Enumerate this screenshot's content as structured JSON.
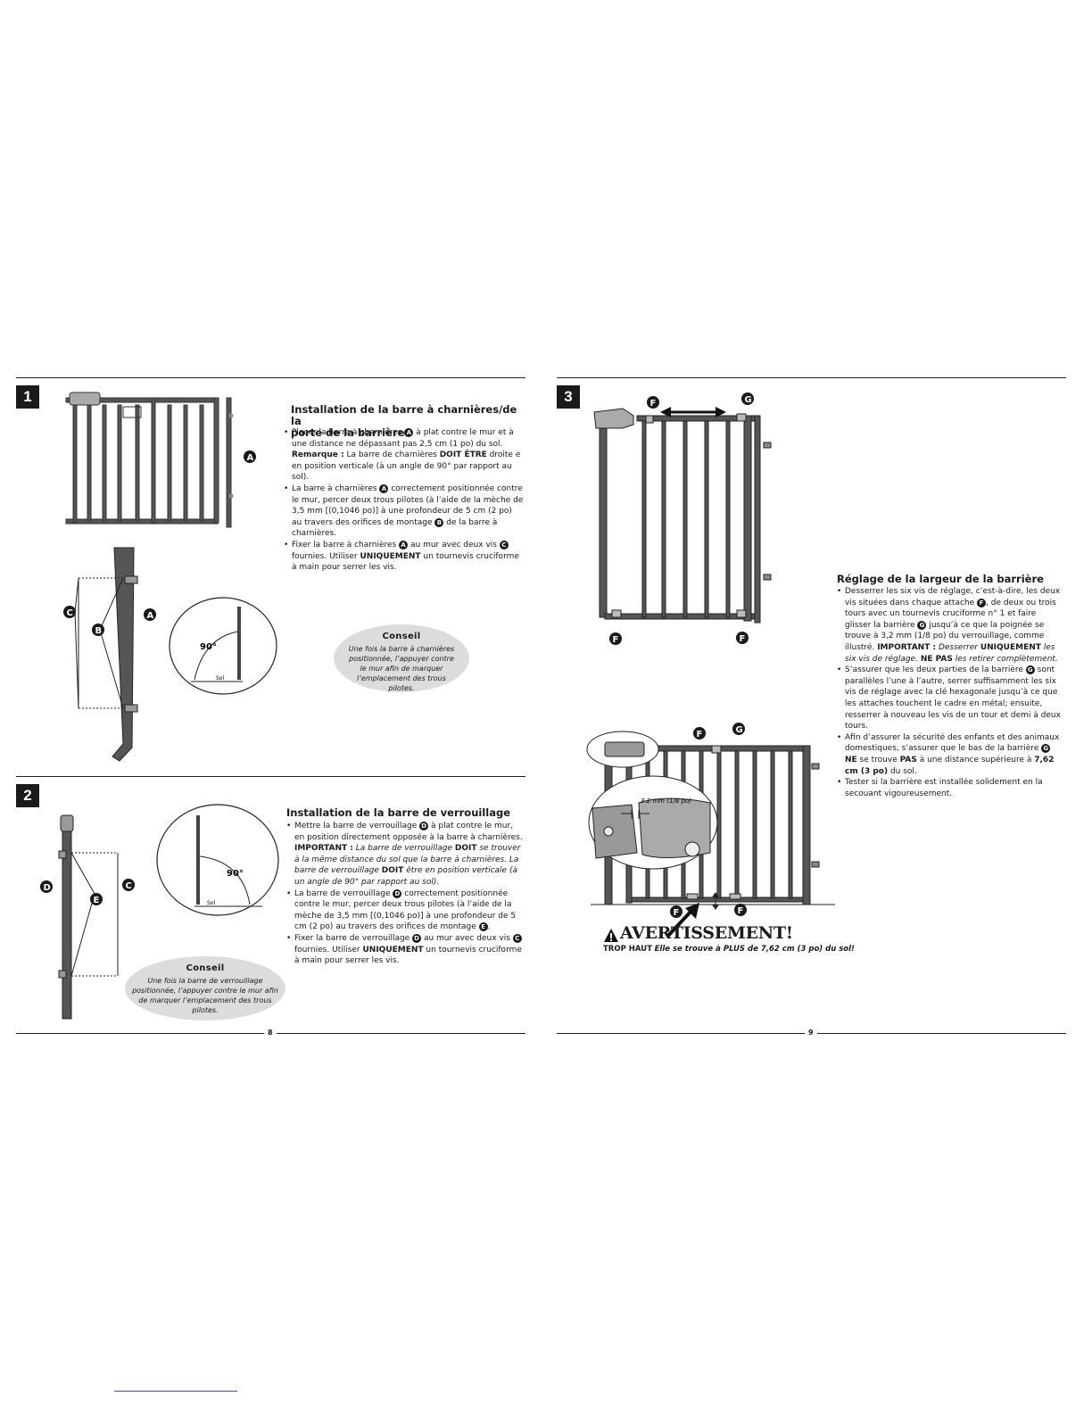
{
  "left_page": {
    "page_number": "8",
    "step1": {
      "number": "1",
      "heading_line1": "Installation de la barre à charnières/de la",
      "heading_line2": "porte de la barrière",
      "bullet1": {
        "t1": "Placer la barre à charnières ",
        "c1": "A",
        "t2": " à plat contre le mur et à une distance ne dépassant pas 2,5 cm (1 po) du sol. ",
        "b1": "Remarque :",
        "t3": " La barre de charnières ",
        "b2": "DOIT ÊTRE",
        "t4": " droite e en position verticale (à un angle de 90° par rapport au sol)."
      },
      "bullet2": {
        "t1": "La barre à charnières ",
        "c1": "A",
        "t2": " correctement positionnée contre le mur, percer deux trous pilotes (à l’aide de la mèche de 3,5 mm [(0,1046 po)] à une profondeur de 5 cm (2 po) au travers des orifices de montage ",
        "c2": "B",
        "t3": " de la barre à charnières."
      },
      "bullet3": {
        "t1": "Fixer la barre à charnières ",
        "c1": "A",
        "t2": " au mur avec deux vis ",
        "c2": "C",
        "t3": " fournies. Utiliser ",
        "b1": "UNIQUEMENT",
        "t4": " un tournevis cruciforme à main pour serrer les vis."
      },
      "tip": {
        "title": "Conseil",
        "text": "Une fois la barre à charnières positionnée, l’appuyer contre le mur afin de marquer l’emplacement des trous pilotes."
      },
      "diagram": {
        "callout_a": "A",
        "callout_b": "B",
        "callout_c": "C",
        "angle": "90°",
        "floor": "Sol"
      }
    },
    "step2": {
      "number": "2",
      "heading": "Installation de la barre de verrouillage",
      "bullet1": {
        "t1": "Mettre la barre de verrouillage ",
        "c1": "D",
        "t2": " à plat contre le mur, en position directement opposée à la barre à charnières. ",
        "b1": "IMPORTANT :",
        "i1": " La barre de verrouillage ",
        "b2": "DOIT",
        "i2": " se trouver à la même distance du sol que la barre à charnières. La barre de verrouillage ",
        "b3": "DOIT",
        "i3": " être en position verticale (à un angle de 90° par rapport au sol)."
      },
      "bullet2": {
        "t1": "La barre de verrouillage ",
        "c1": "D",
        "t2": " correctement positionnée contre le mur, percer deux trous pilotes (à l’aide de la mèche de 3,5 mm [(0,1046 po)] à une profondeur de 5 cm (2 po) au travers des orifices de montage ",
        "c2": "E",
        "t3": "."
      },
      "bullet3": {
        "t1": "Fixer la barre de verrouillage ",
        "c1": "D",
        "t2": " au mur avec deux vis ",
        "c2": "C",
        "t3": " fournies. Utiliser ",
        "b1": "UNIQUEMENT",
        "t4": " un tournevis cruciforme à main pour serrer les vis."
      },
      "tip": {
        "title": "Conseil",
        "text": "Une fois la barre de verrouillage positionnée, l’appuyer contre le mur afin de marquer l’emplacement des trous pilotes."
      },
      "diagram": {
        "callout_c": "C",
        "callout_d": "D",
        "callout_e": "E",
        "angle": "90°",
        "floor": "Sol"
      }
    }
  },
  "right_page": {
    "page_number": "9",
    "step3": {
      "number": "3",
      "heading": "Réglage de la largeur de la barrière",
      "bullet1": {
        "t1": "Desserrer les six vis de réglage, c’est-à-dire, les deux vis situées dans chaque attache ",
        "c1": "F",
        "t2": ", de deux ou trois tours avec un tournevis cruciforme n° 1 et faire glisser la barrière ",
        "c2": "G",
        "t3": " jusqu’à ce que la poignée se trouve à 3,2 mm (1/8 po) du verrouillage, comme illustré. ",
        "b1": "IMPORTANT :",
        "i1": " Desserrer ",
        "b2": "UNIQUEMENT",
        "i2": " les six vis de réglage. ",
        "b3": "NE PAS",
        "i3": " les retirer complètement."
      },
      "bullet2": {
        "t1": "S’assurer que les deux parties de la barrière ",
        "c1": "G",
        "t2": " sont parallèles l’une à l’autre, serrer suffisamment les six vis de réglage avec la clé hexagonale jusqu’à ce que les attaches touchent le cadre en métal; ensuite, resserrer à nouveau les vis de un tour et demi à deux tours."
      },
      "bullet3": {
        "t1": "Afin d’assurer la sécurité des enfants et des animaux domestiques, s’assurer que le bas de la barrière ",
        "c1": "G",
        "t2": " ",
        "b1": "NE",
        "t3": " se trouve ",
        "b2": "PAS",
        "t4": " à une distance supérieure à ",
        "b3": "7,62 cm (3 po)",
        "t5": " du sol."
      },
      "bullet4": {
        "t1": "Tester si la barrière est installée solidement en la secouant vigoureusement."
      },
      "diagram": {
        "callout_f": "F",
        "callout_g": "G",
        "gap_label": "3.2 mm (1/8 po)"
      },
      "warning": {
        "title": "AVERTISSEMENT!",
        "label": "TROP HAUT",
        "text": "Elle se trouve à PLUS de 7,62 cm (3 po) du sol!"
      }
    }
  }
}
